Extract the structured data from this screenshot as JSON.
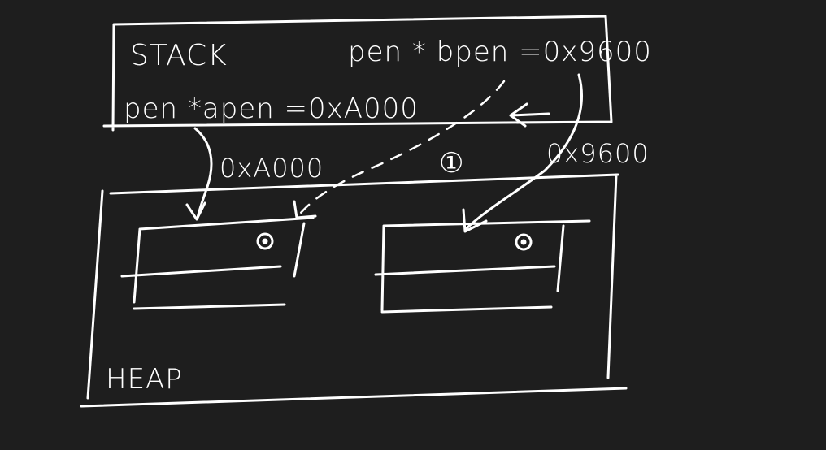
{
  "stack": {
    "label": "STACK",
    "var_a": "pen *apen =0xA000",
    "var_b": "pen * bpen =0x9600"
  },
  "heap": {
    "label": "HEAP",
    "addr_a": "0xA000",
    "addr_b": "0x9600"
  },
  "annotations": {
    "step_marker": "①"
  },
  "colors": {
    "background": "#1e1e1e",
    "ink": "#ffffff"
  }
}
